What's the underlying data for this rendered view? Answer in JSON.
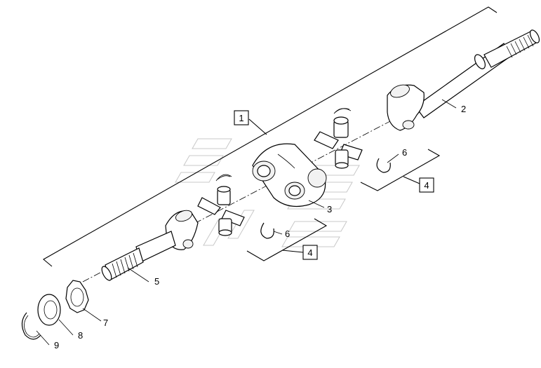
{
  "callouts": {
    "c1": "1",
    "c2": "2",
    "c3": "3",
    "c4a": "4",
    "c4b": "4",
    "c5": "5",
    "c6a": "6",
    "c6b": "6",
    "c7": "7",
    "c8": "8",
    "c9": "9"
  },
  "colors": {
    "line": "#000000",
    "background": "#ffffff",
    "watermark": "#c8c8c8"
  }
}
